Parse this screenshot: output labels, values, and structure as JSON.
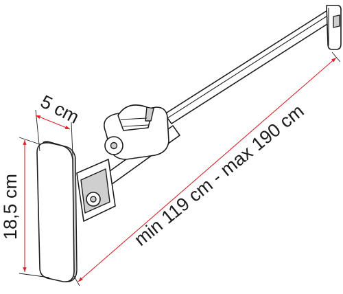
{
  "dimensions": {
    "pad_width": "5 cm",
    "pad_height": "18,5 cm",
    "length_range": "min 119 cm - max 190 cm"
  },
  "colors": {
    "dimension_line": "#d9262c",
    "outline": "#1c1c1c",
    "shading": "#cfcfcf"
  }
}
